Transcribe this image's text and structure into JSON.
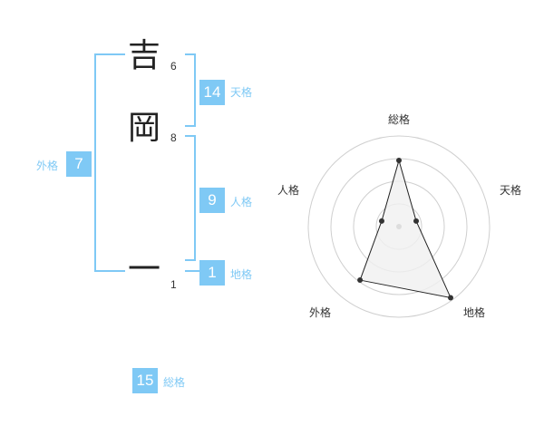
{
  "characters": [
    {
      "char": "吉",
      "strokes": "6"
    },
    {
      "char": "岡",
      "strokes": "8"
    },
    {
      "char": "一",
      "strokes": "1"
    }
  ],
  "fortunes": {
    "tenkaku": {
      "value": "14",
      "label": "天格"
    },
    "jinkaku": {
      "value": "9",
      "label": "人格"
    },
    "chikaku": {
      "value": "1",
      "label": "地格"
    },
    "gaikaku": {
      "value": "7",
      "label": "外格"
    },
    "soukaku": {
      "value": "15",
      "label": "総格"
    }
  },
  "colors": {
    "accent": "#7fc9f5",
    "grid": "#cfcfcf",
    "fill": "#f0f0f0",
    "line": "#222222"
  },
  "chart_data": {
    "type": "radar",
    "axes": [
      "総格",
      "天格",
      "地格",
      "外格",
      "人格"
    ],
    "values": [
      0.73,
      0.2,
      0.97,
      0.73,
      0.2
    ],
    "rings": 4
  }
}
